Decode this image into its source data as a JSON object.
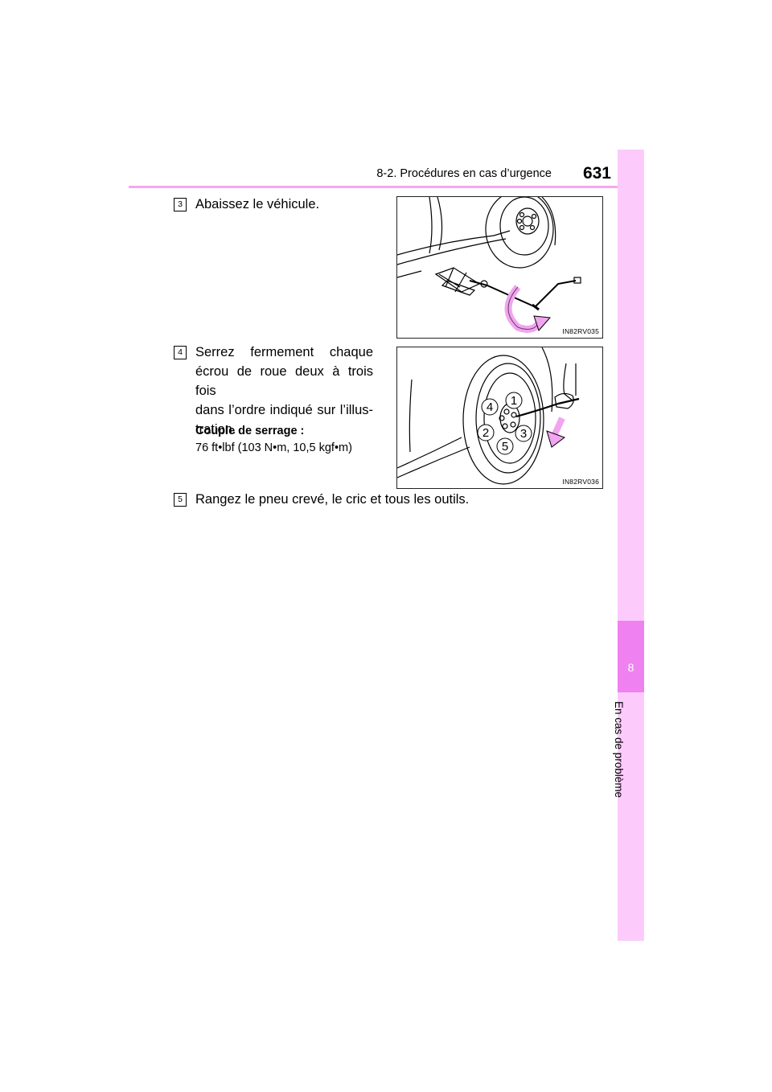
{
  "header": {
    "section_title": "8-2. Procédures en cas d’urgence",
    "page_number": "631"
  },
  "side_tab": {
    "chapter_number": "8",
    "chapter_title": "En cas de problème"
  },
  "steps": [
    {
      "number": "3",
      "text": "Abaissez le véhicule."
    },
    {
      "number": "4",
      "lines": [
        "Serrez fermement chaque",
        "écrou de roue deux à trois fois",
        "dans l’ordre indiqué sur l’illus-",
        "tration."
      ]
    },
    {
      "number": "5",
      "text": "Rangez le pneu crevé, le cric et tous les outils."
    }
  ],
  "torque": {
    "label": "Couple de serrage :",
    "value": "76 ft•lbf (103 N•m, 10,5 kgf•m)"
  },
  "figures": [
    {
      "code": "IN82RV035",
      "depicts": "lowering-jack-with-handle"
    },
    {
      "code": "IN82RV036",
      "depicts": "tightening-wheel-nuts",
      "nut_order": [
        "1",
        "2",
        "3",
        "4",
        "5"
      ]
    }
  ],
  "colors": {
    "accent_pink": "#f4a7f0",
    "tab_light": "#fccbfb",
    "tab_dark": "#f081f0",
    "arrow_pink": "#f2a4f0"
  }
}
